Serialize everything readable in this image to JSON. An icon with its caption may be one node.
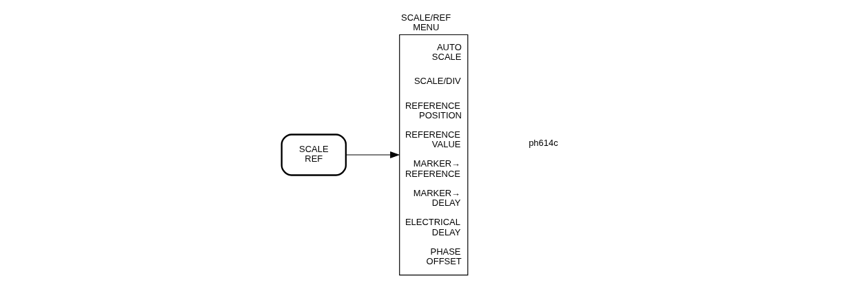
{
  "diagram": {
    "nodes": [
      {
        "text": [
          "SCALE REF"
        ]
      },
      {
        "text": [
          "SCALE/REF MENU",
          "AUTO SCALE",
          "SCALE/DIV",
          "REFERENCE POSITION",
          "REFERENCE VALUE",
          "MARKER→ REFERENCE",
          "MARKER→ DELAY",
          "ELECTRICAL DELAY",
          "PHASE OFFSET"
        ]
      }
    ],
    "edges": [
      {
        "from": 0,
        "to": 1,
        "arrow": "to"
      }
    ],
    "labels": [
      "ph614c"
    ]
  }
}
